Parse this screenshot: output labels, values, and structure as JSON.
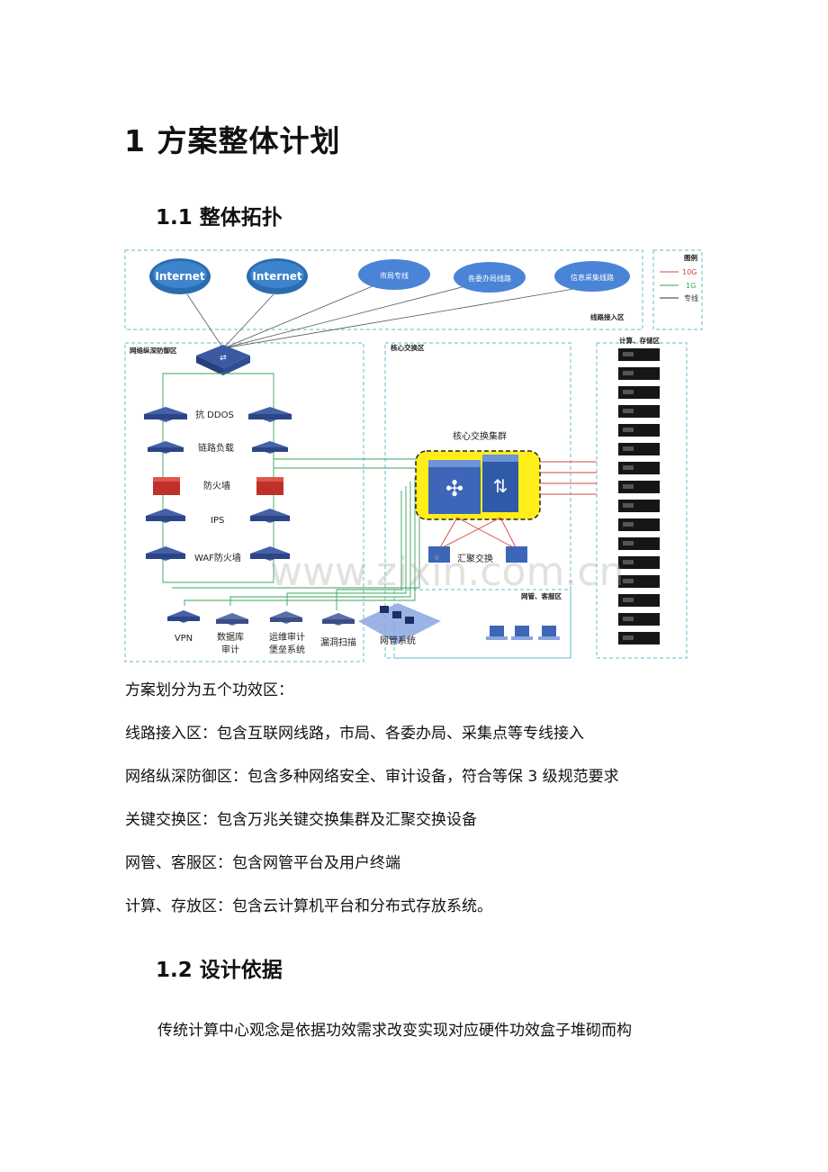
{
  "heading1": "1 方案整体计划",
  "heading2a": "1.1 整体拓扑",
  "heading2b": "1.2 设计依据",
  "diagram": {
    "clouds": [
      "Internet",
      "Internet",
      "市局专线",
      "各委办局线路",
      "信息采集线路"
    ],
    "zones": {
      "access": "线路接入区",
      "defense": "网络纵深防御区",
      "core": "核心交换区",
      "compute": "计算、存储区",
      "mgmt": "网管、客服区"
    },
    "legend": {
      "title": "图例",
      "items": [
        "10G",
        "1G",
        "专线"
      ],
      "colors": [
        "#d9443c",
        "#3aa35a",
        "#333333"
      ]
    },
    "security_devices": [
      "抗 DDOS",
      "链路负载",
      "防火墙",
      "IPS",
      "WAF防火墙"
    ],
    "core_cluster": "核心交换集群",
    "aggregation": "汇聚交换",
    "bottom_devices": [
      {
        "line1": "VPN",
        "line2": ""
      },
      {
        "line1": "数据库",
        "line2": "审计"
      },
      {
        "line1": "运维审计",
        "line2": "堡垒系统"
      },
      {
        "line1": "漏洞扫描",
        "line2": ""
      }
    ],
    "nms": "网管系统"
  },
  "watermark": "www.zixin.com.cn",
  "paragraphs": [
    "方案划分为五个功效区：",
    "线路接入区：包含互联网线路，市局、各委办局、采集点等专线接入",
    "网络纵深防御区：包含多种网络安全、审计设备，符合等保 3 级规范要求",
    "关键交换区：包含万兆关键交换集群及汇聚交换设备",
    "网管、客服区：包含网管平台及用户终端",
    "计算、存放区：包含云计算机平台和分布式存放系统。"
  ],
  "body_text": "传统计算中心观念是依据功效需求改变实现对应硬件功效盒子堆砌而构"
}
